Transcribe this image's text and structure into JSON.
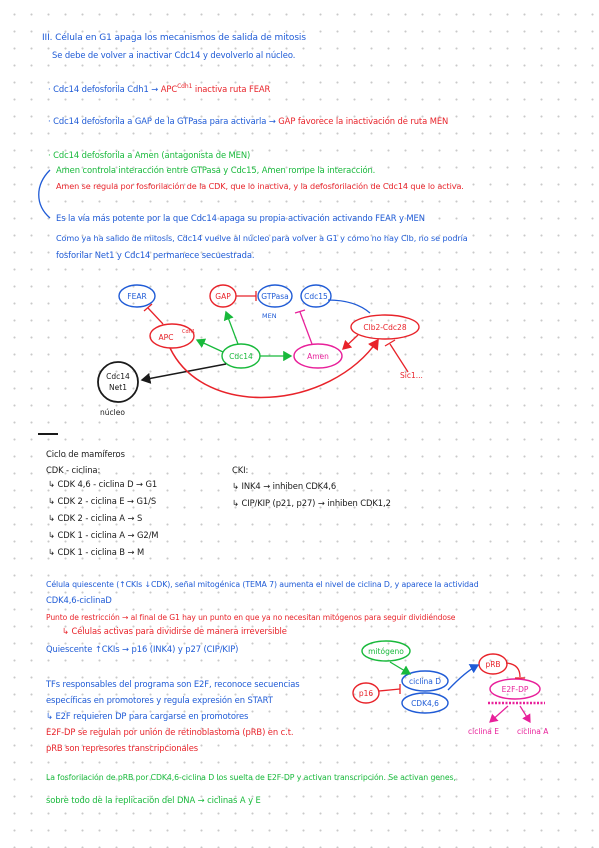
{
  "section1": {
    "heading": "III. Célula en G1 apaga los mecanismos de salida de mitosis",
    "line2": "Se debe de volver a inactivar Cdc14 y devolverlo al núcleo.",
    "b1_black": "· Cdc14 defosforila Cdh1 →",
    "b1_red_a": "APC",
    "b1_red_sup": "Cdh1",
    "b1_red_b": "inactiva ruta FEAR",
    "b2_black": "· Cdc14 defosforila a GAP de la GTPasa para activarla →",
    "b2_red": "GAP favorece la inactivación de ruta MEN",
    "b3_green": "· Cdc14 defosforila a Amen (antagonista de MEN)",
    "b3_line2": "Amen controla interacción entre GTPasa y Cdc15, Amen rompe la interacción.",
    "b3_red": "Amen se regula por fosforilación de la CDK, que lo inactiva, y la defosforilación de Cdc14 que lo activa.",
    "b4_line1": "Es la vía más potente por la que Cdc14 apaga su propia activación activando FEAR y MEN",
    "b4_line2": "Como ya ha salido de mitosis, Cdc14 vuelve al núcleo para volver a G1 y como no hay Clb, no se podría",
    "b4_line3": "fosforilar Net1 y Cdc14 permanece secuestrada."
  },
  "diagram": {
    "fear": "FEAR",
    "gap": "GAP",
    "gtpasa": "GTPasa",
    "cdc15": "Cdc15",
    "men": "MEN",
    "apc": "APC",
    "apc_sup": "Cdh1",
    "cdc14": "Cdc14",
    "amen": "Amen",
    "clb2": "Clb2-Cdc28",
    "sic1": "Sic1...",
    "nucleo_a": "Cdc14",
    "nucleo_b": "Net1",
    "nucleo_label": "núcleo"
  },
  "section2": {
    "title": "Ciclo de mamíferos",
    "cdk_header": "CDK - ciclina:",
    "cdk_items": [
      "↳ CDK 4,6 - ciclina D → G1",
      "↳ CDK 2 - ciclina E → G1/S",
      "↳ CDK 2 - ciclina A → S",
      "↳ CDK 1 - ciclina A → G2/M",
      "↳ CDK 1 - ciclina B → M"
    ],
    "cki_header": "CKI:",
    "cki_items": [
      "↳ INK4 → inhiben CDK4,6",
      "↳ CIP/KIP (p21, p27) → inhiben CDK1,2"
    ]
  },
  "section3": {
    "blue1": "Célula quiescente (↑CKIs ↓CDK), señal mitogénica (TEMA 7) aumenta el nivel de ciclina D, y aparece la actividad",
    "blue2": "CDK4,6-ciclinaD",
    "red1": "Punto de restricción → al final de G1 hay un punto en que ya no necesitan mitógenos para seguir dividiéndose",
    "red2": "↳ Células activas para dividirse de manera irreversible",
    "blue3": "Quiescente ↑CKIs → p16 (INK4) y p27 (CIP/KIP)",
    "blue4": "TFs responsables del programa son E2F, reconoce secuencias",
    "blue5": "específicas en promotores y regula expresión en START",
    "blue6": "↳ E2F requieren DP para cargarse en promotores",
    "red3": "E2F-DP se regulan por unión de retinoblastoma (pRB) en c.t.",
    "red4": "pRB son represores transcripcionales",
    "green1": "La fosforilación de pRB por CDK4,6-ciclina D los suelta de E2F-DP y activan transcripción. Se activan genes,",
    "green2": "sobre todo de la replicación del DNA → ciclinas A y E"
  },
  "diagram2": {
    "mitogeno": "mitógeno",
    "p16": "p16",
    "ciclinaD": "ciclina D",
    "cdk46": "CDK4,6",
    "prb": "pRB",
    "e2fdp": "E2F-DP",
    "ciclinaE": "ciclina E",
    "ciclinaA": "ciclina A"
  },
  "colors": {
    "blue": "#1f5bd6",
    "red": "#e8232a",
    "green": "#18b93b",
    "magenta": "#e8209a",
    "black": "#1a1a1a"
  }
}
